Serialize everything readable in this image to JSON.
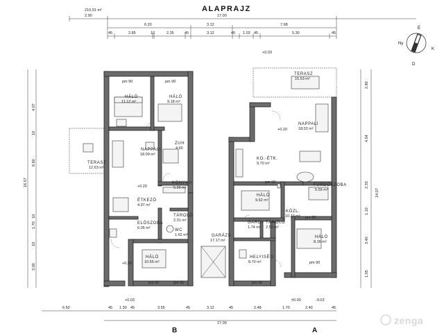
{
  "title": "ALAPRAJZ",
  "small_note": "210,91 m²",
  "rooms": [
    {
      "id": "halo-1",
      "name": "HÁLÓ",
      "area": "11.12 m²"
    },
    {
      "id": "halo-2",
      "name": "HÁLÓ",
      "area": "9.18 m²"
    },
    {
      "id": "zuh",
      "name": "ZUH",
      "area": "4.60"
    },
    {
      "id": "nappali-b",
      "name": "NAPPALI",
      "area": "18.09 m²"
    },
    {
      "id": "terasz-b",
      "name": "TERASZ",
      "area": "12.63 m²"
    },
    {
      "id": "konyha-b",
      "name": "KONYHA",
      "area": "5.26 m²"
    },
    {
      "id": "etkezo",
      "name": "ÉTKEZŐ",
      "area": "4.97 m²"
    },
    {
      "id": "tarolo-b",
      "name": "TÁROLÓ",
      "area": "2.31 m²"
    },
    {
      "id": "eloszoba",
      "name": "ELŐSZOBA",
      "area": "6.05 m²"
    },
    {
      "id": "wc-b",
      "name": "WC",
      "area": "1.62 m²"
    },
    {
      "id": "halo-3",
      "name": "HÁLÓ",
      "area": "10.65 m²"
    },
    {
      "id": "garazs",
      "name": "GARÁZS",
      "area": "17.17 m²"
    },
    {
      "id": "terasz-a",
      "name": "TERASZ",
      "area": "15.53 m²"
    },
    {
      "id": "nappali-a",
      "name": "NAPPALI",
      "area": "18.02 m²"
    },
    {
      "id": "koetk",
      "name": "KO.-ÉTK.",
      "area": "9.70 m²"
    },
    {
      "id": "furdoszoba",
      "name": "FÜRDŐSZOBA",
      "area": "5.59 m²"
    },
    {
      "id": "halo-4",
      "name": "HÁLÓ",
      "area": "9.62 m²"
    },
    {
      "id": "kozl",
      "name": "KÖZL.",
      "area": "10.33 m²"
    },
    {
      "id": "gard",
      "name": "GARD.",
      "area": "1.74 m²"
    },
    {
      "id": "tarolo-a",
      "name": "TÁROLÓ",
      "area": "2.52 m²"
    },
    {
      "id": "halo-5",
      "name": "HÁLÓ",
      "area": "8.16 m²"
    },
    {
      "id": "helyiseg",
      "name": "HELYISÉG",
      "area": "8.70 m²"
    }
  ],
  "dims": {
    "top_row1": [
      "2.90",
      "17.00"
    ],
    "top_row2": [
      "6.20",
      "3.12",
      "7.68"
    ],
    "top_row3": [
      "45",
      "2.85",
      "10",
      "2.35",
      "45",
      "3.12",
      "45",
      "1.03",
      "45",
      "5.30",
      "45"
    ],
    "bottom_row1": [
      "6.50",
      "45",
      "1.30",
      "45",
      "3.55",
      "45",
      "3.12",
      "45",
      "2.48",
      "1.70",
      "2.40",
      "45"
    ],
    "bottom_total": "17.00",
    "left": [
      "4.07",
      "10",
      "6.60",
      "16.57",
      "10",
      "1.70",
      "10",
      "3.00"
    ],
    "right": [
      "2.80",
      "4.54",
      "2.33",
      "14.07",
      "1.10",
      "3.40",
      "1.05"
    ],
    "small": [
      "pm 90",
      "pm 90",
      "pm 90",
      "pm 90",
      "pm 90",
      "pm 90",
      "pm 90",
      "pm 90",
      "+0.03",
      "+0.20",
      "+0.20",
      "+0.20",
      "+0.03",
      "-0.03",
      "±0.00"
    ]
  },
  "section_labels": [
    "B",
    "A"
  ],
  "compass": {
    "n": "É",
    "w": "Ny",
    "e": "K",
    "s": "D"
  },
  "watermark": "zenga"
}
